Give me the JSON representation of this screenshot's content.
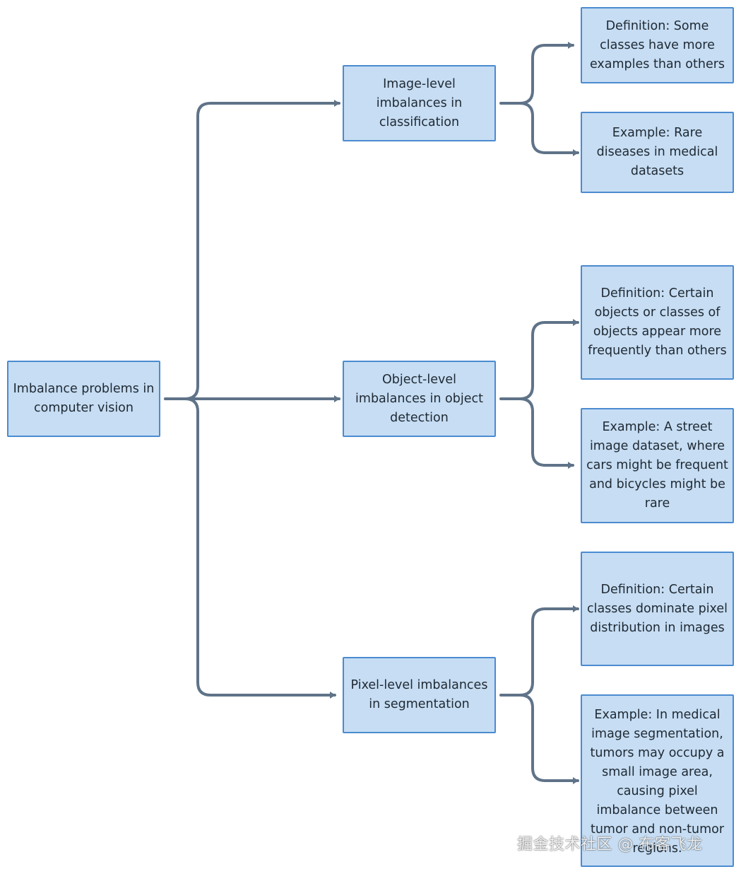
{
  "diagram": {
    "root": {
      "text": "Imbalance problems in computer vision"
    },
    "branches": [
      {
        "text": "Image-level imbalances in classification",
        "definition": "Definition: Some classes have more examples than others",
        "example": "Example: Rare diseases in medical datasets"
      },
      {
        "text": "Object-level imbalances in object detection",
        "definition": "Definition: Certain objects or classes of objects appear more frequently than others",
        "example": "Example: A street image dataset, where cars might be frequent and bicycles might be rare"
      },
      {
        "text": "Pixel-level imbalances in segmentation",
        "definition": "Definition: Certain classes dominate pixel distribution in images",
        "example": "Example: In medical image segmentation, tumors may occupy a small image area, causing pixel imbalance between tumor and non-tumor regions."
      }
    ],
    "watermark": "掘金技术社区 @ 布客飞龙",
    "colors": {
      "node_fill": "#c6ddf3",
      "node_border": "#4b8bd0",
      "connector": "#5f7388",
      "text": "#1f2933"
    }
  }
}
